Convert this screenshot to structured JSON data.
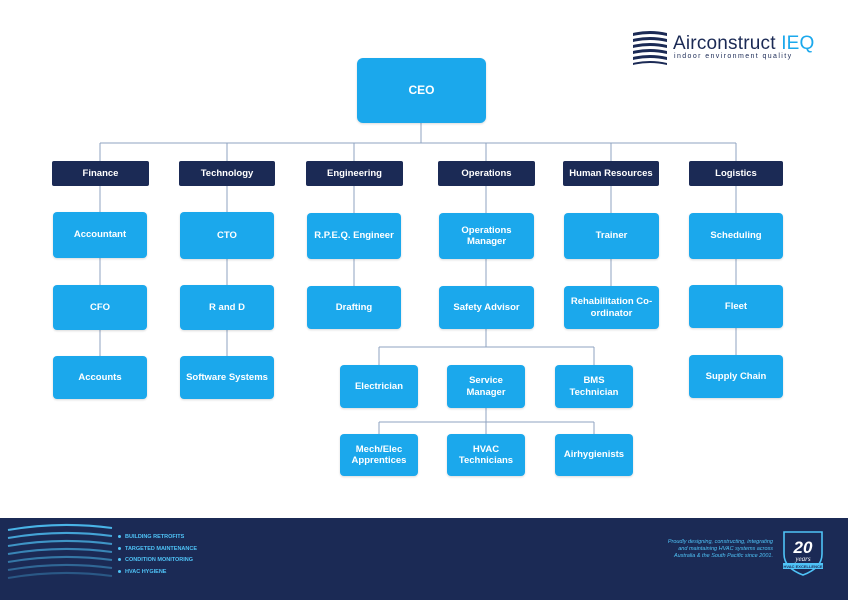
{
  "logo": {
    "brand_part1": "Airconstruct",
    "brand_part2": " IEQ",
    "tagline": "indoor environment quality"
  },
  "chart": {
    "ceo": "CEO",
    "departments": [
      {
        "label": "Finance",
        "roles": [
          "Accountant",
          "CFO",
          "Accounts"
        ]
      },
      {
        "label": "Technology",
        "roles": [
          "CTO",
          "R and D",
          "Software Systems"
        ]
      },
      {
        "label": "Engineering",
        "roles": [
          "R.P.E.Q. Engineer",
          "Drafting"
        ]
      },
      {
        "label": "Operations",
        "roles": [
          "Operations Manager",
          "Safety Advisor"
        ],
        "sub_level_1": [
          "Electrician",
          "Service Manager",
          "BMS Technician"
        ],
        "sub_level_2": [
          "Mech/Elec Apprentices",
          "HVAC Technicians",
          "Airhygienists"
        ]
      },
      {
        "label": "Human Resources",
        "roles": [
          "Trainer",
          "Rehabilitation Co-ordinator"
        ]
      },
      {
        "label": "Logistics",
        "roles": [
          "Scheduling",
          "Fleet",
          "Supply Chain"
        ]
      }
    ]
  },
  "footer": {
    "services": [
      "BUILDING RETROFITS",
      "TARGETED MAINTENANCE",
      "CONDITION MONITORING",
      "HVAC HYGIENE"
    ],
    "tagline": "Proudly designing, constructing, integrating and maintaining HVAC systems across Australia & the South Pacific since 2001.",
    "badge_number": "20",
    "badge_word": "years",
    "badge_caption": "HVAC EXCELLENCE"
  },
  "colors": {
    "node": "#1ba8ec",
    "department": "#1b2a55",
    "connector": "#8fa3c1",
    "footer_bg": "#1b2a55",
    "accent": "#4fc3f7"
  }
}
